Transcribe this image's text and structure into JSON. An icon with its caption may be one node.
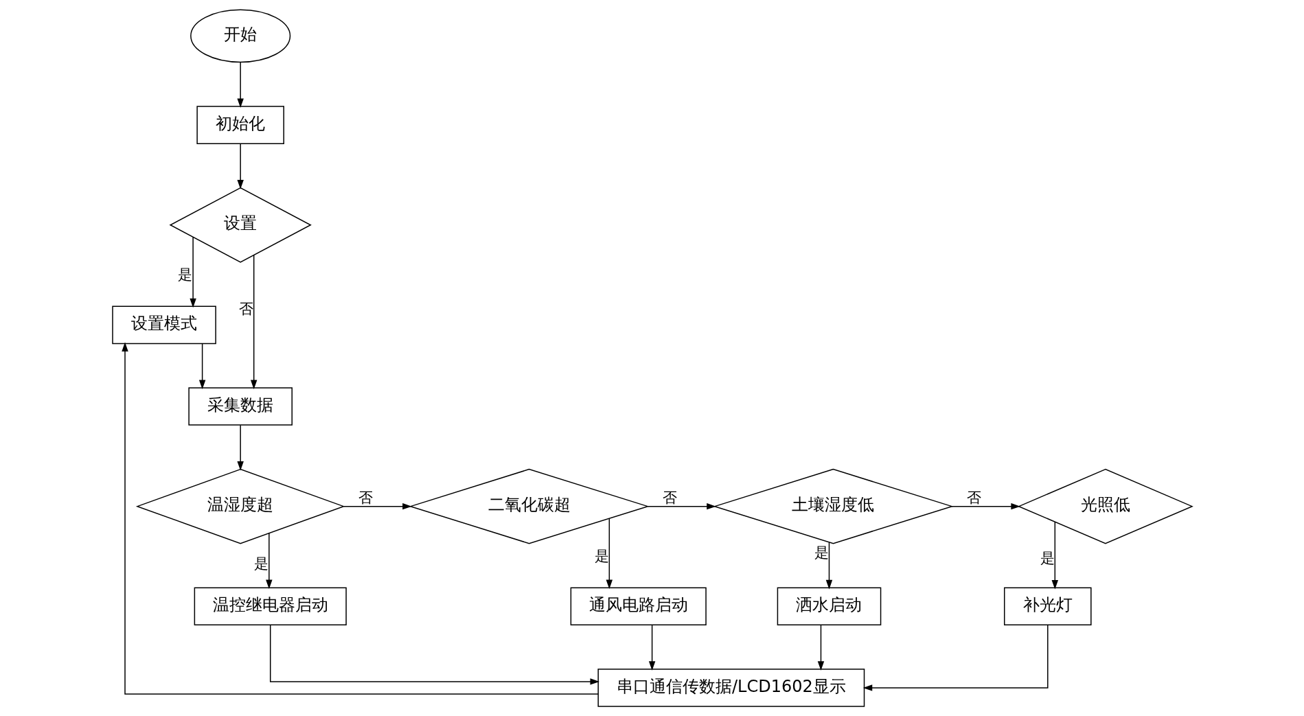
{
  "diagram": {
    "nodes": [
      {
        "text": [
          "开始"
        ]
      },
      {
        "text": [
          "初始化"
        ]
      },
      {
        "text": [
          "设置"
        ]
      },
      {
        "text": [
          "设置模式"
        ]
      },
      {
        "text": [
          "采集数据"
        ]
      },
      {
        "text": [
          "温湿度超"
        ]
      },
      {
        "text": [
          "二氧化碳超"
        ]
      },
      {
        "text": [
          "土壤湿度低"
        ]
      },
      {
        "text": [
          "光照低"
        ]
      },
      {
        "text": [
          "温控继电器启动"
        ]
      },
      {
        "text": [
          "通风电路启动"
        ]
      },
      {
        "text": [
          "洒水启动"
        ]
      },
      {
        "text": [
          "补光灯"
        ]
      },
      {
        "text": [
          "串口通信传数据/LCD1602显示"
        ]
      }
    ],
    "edges": [
      {
        "from": 0,
        "to": 1,
        "arrow": "to"
      },
      {
        "from": 1,
        "to": 2,
        "arrow": "to"
      },
      {
        "from": 2,
        "to": 3,
        "arrow": "to",
        "label": "是"
      },
      {
        "from": 2,
        "to": 4,
        "arrow": "to",
        "label": "否"
      },
      {
        "from": 3,
        "to": 4,
        "arrow": "to"
      },
      {
        "from": 4,
        "to": 5,
        "arrow": "to"
      },
      {
        "from": 5,
        "to": 6,
        "arrow": "to",
        "label": "否"
      },
      {
        "from": 6,
        "to": 7,
        "arrow": "to",
        "label": "否"
      },
      {
        "from": 7,
        "to": 8,
        "arrow": "to",
        "label": "否"
      },
      {
        "from": 5,
        "to": 9,
        "arrow": "to",
        "label": "是"
      },
      {
        "from": 6,
        "to": 10,
        "arrow": "to",
        "label": "是"
      },
      {
        "from": 7,
        "to": 11,
        "arrow": "to",
        "label": "是"
      },
      {
        "from": 8,
        "to": 12,
        "arrow": "to",
        "label": "是"
      },
      {
        "from": 9,
        "to": 13,
        "arrow": "to"
      },
      {
        "from": 10,
        "to": 13,
        "arrow": "to"
      },
      {
        "from": 11,
        "to": 13,
        "arrow": "to"
      },
      {
        "from": 12,
        "to": 13,
        "arrow": "to"
      },
      {
        "from": 13,
        "to": 3,
        "arrow": "to"
      }
    ]
  }
}
